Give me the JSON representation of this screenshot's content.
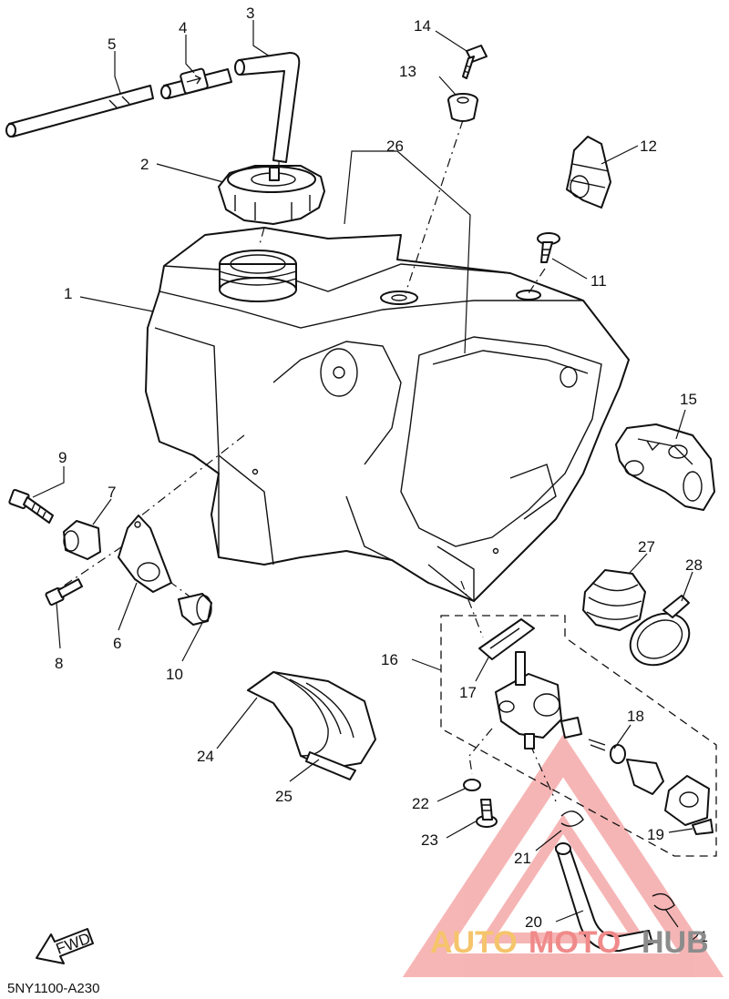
{
  "diagram_code": "5NY1100-A230",
  "fwd_label": "FWD",
  "watermark": {
    "part1": "AUTO",
    "part2": "MOTO",
    "part3": "HUB",
    "colors": {
      "auto": "#f5c46b",
      "moto": "#f08a8a",
      "hub": "#8c8c8c",
      "triangle": "#f07a7a"
    }
  },
  "callouts": {
    "p1": "1",
    "p2": "2",
    "p3": "3",
    "p4": "4",
    "p5": "5",
    "p6": "6",
    "p7": "7",
    "p8": "8",
    "p9": "9",
    "p10": "10",
    "p11": "11",
    "p12": "12",
    "p13": "13",
    "p14": "14",
    "p15": "15",
    "p16": "16",
    "p17": "17",
    "p18": "18",
    "p19": "19",
    "p20": "20",
    "p21a": "21",
    "p21b": "21",
    "p22": "22",
    "p23": "23",
    "p24": "24",
    "p25": "25",
    "p26": "26",
    "p27": "27",
    "p28": "28"
  }
}
